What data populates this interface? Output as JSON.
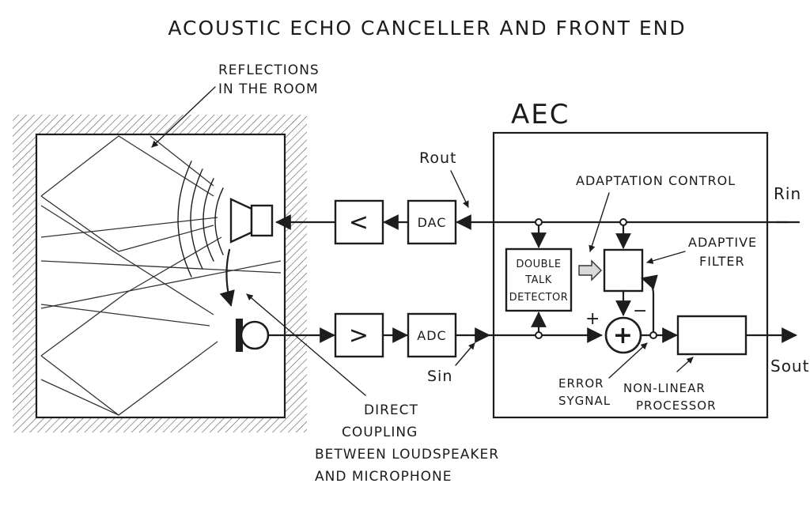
{
  "title": "ACOUSTIC ECHO CANCELLER AND FRONT END",
  "aec_label": "AEC",
  "labels": {
    "reflections_line1": "REFLECTIONS",
    "reflections_line2": "IN THE ROOM",
    "rout": "Rout",
    "rin": "Rin",
    "sin": "Sin",
    "sout": "Sout",
    "adaptation_control": "ADAPTATION CONTROL",
    "adaptive_filter_line1": "ADAPTIVE",
    "adaptive_filter_line2": "FILTER",
    "double_talk_line1": "DOUBLE",
    "double_talk_line2": "TALK",
    "double_talk_line3": "DETECTOR",
    "error_line1": "ERROR",
    "error_line2": "SYGNAL",
    "nlp_line1": "NON-LINEAR",
    "nlp_line2": "PROCESSOR",
    "direct_line1": "DIRECT",
    "direct_line2": "COUPLING",
    "direct_line3": "BETWEEN LOUDSPEAKER",
    "direct_line4": "AND MICROPHONE",
    "dac": "DAC",
    "adc": "ADC",
    "amp_out_symbol": "<",
    "amp_in_symbol": ">",
    "plus_sign": "+",
    "minus_sign": "−",
    "summer_symbol": "+"
  }
}
